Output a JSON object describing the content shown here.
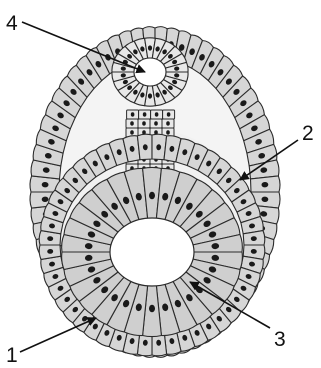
{
  "figure": {
    "labels": [
      {
        "id": "label-1",
        "text": "1"
      },
      {
        "id": "label-2",
        "text": "2"
      },
      {
        "id": "label-3",
        "text": "3"
      },
      {
        "id": "label-4",
        "text": "4"
      }
    ],
    "colors": {
      "cell_fill": "#d6d6d6",
      "cell_fill_light": "#e8e8e8",
      "cell_stroke": "#2b2b2b",
      "nucleus": "#1a1a1a",
      "cavity": "#ffffff",
      "line": "#111111"
    }
  }
}
